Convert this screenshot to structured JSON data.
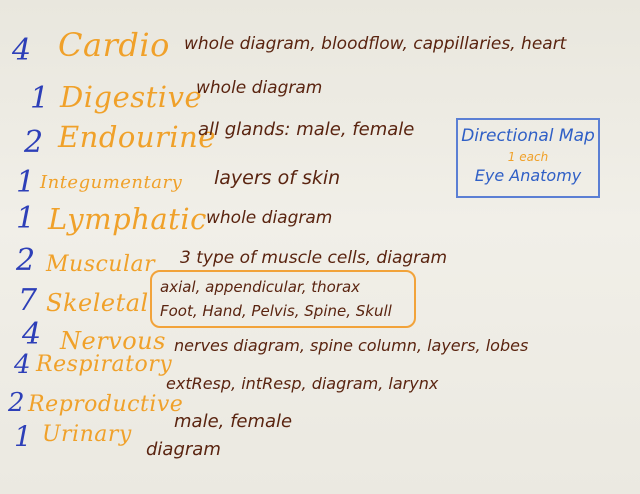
{
  "whiteboard": {
    "rows": [
      {
        "count": "4",
        "system": "Cardio",
        "detail": "whole diagram, bloodflow, cappillaries, heart"
      },
      {
        "count": "1",
        "system": "Digestive",
        "detail": "whole diagram"
      },
      {
        "count": "2",
        "system": "Endourine",
        "detail": "all glands: male, female"
      },
      {
        "count": "1",
        "system": "Integumentary",
        "detail": "layers of skin"
      },
      {
        "count": "1",
        "system": "Lymphatic",
        "detail": "whole diagram"
      },
      {
        "count": "2",
        "system": "Muscular",
        "detail": "3 type of muscle cells, diagram"
      },
      {
        "count": "7",
        "system": "Skeletal",
        "detail_line1": "axial, appendicular, thorax",
        "detail_line2": "Foot, Hand, Pelvis, Spine, Skull"
      },
      {
        "count": "4",
        "system": "Nervous",
        "detail": "nerves diagram, spine column, layers, lobes"
      },
      {
        "count": "4",
        "system": "Respiratory",
        "detail": "extResp, intResp, diagram, larynx"
      },
      {
        "count": "2",
        "system": "Reproductive",
        "detail": "male, female"
      },
      {
        "count": "1",
        "system": "Urinary",
        "detail": "diagram"
      }
    ],
    "side_box": {
      "title": "Directional Map",
      "subtitle": "1 each",
      "second": "Eye Anatomy"
    },
    "colors": {
      "number": "#2d3fb8",
      "system": "#f0a12a",
      "detail": "#5a2410",
      "box": "#5b7fd4"
    }
  }
}
